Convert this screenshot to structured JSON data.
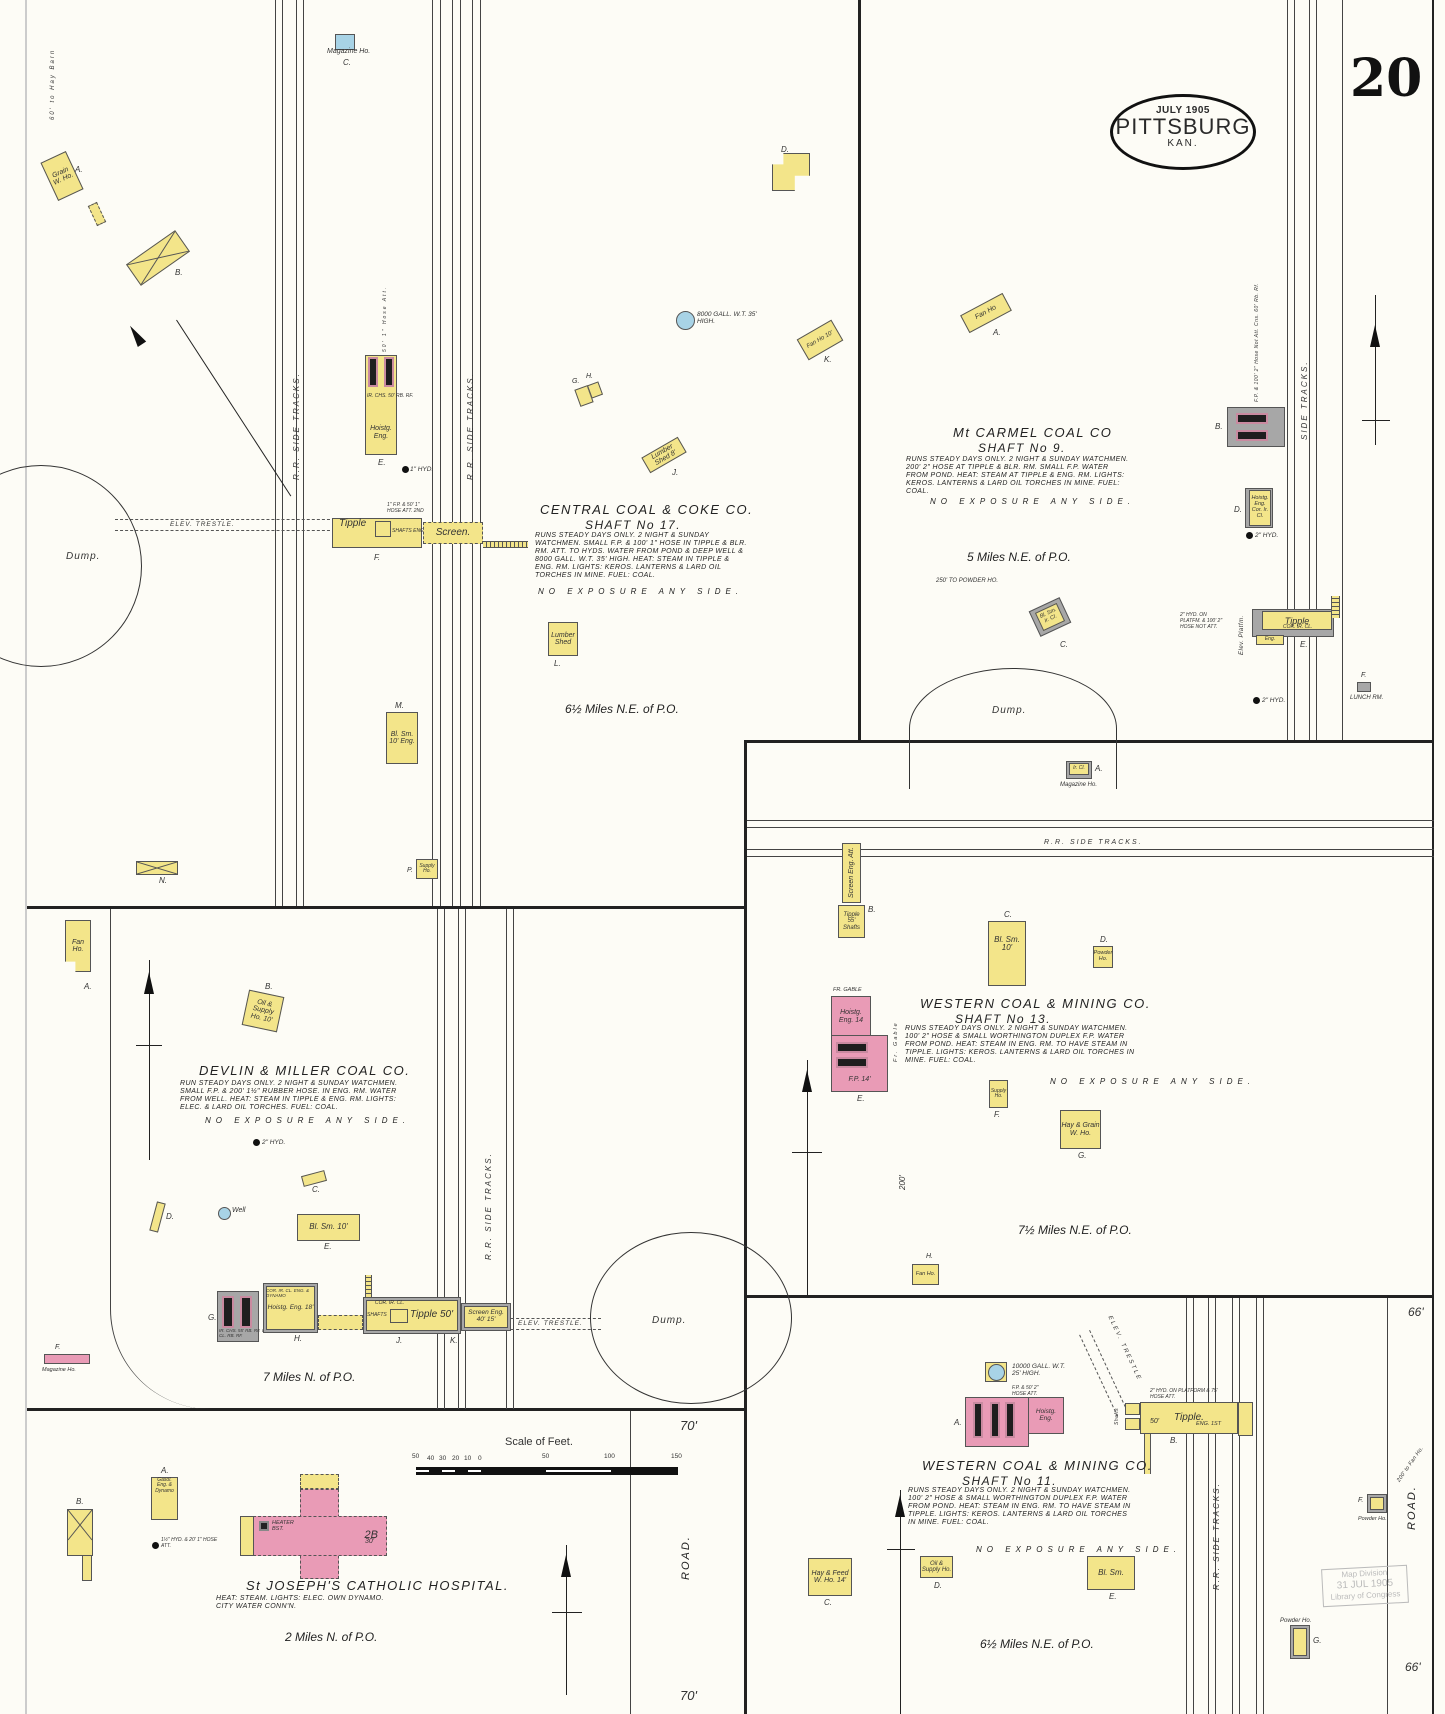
{
  "header": {
    "page_number": "20",
    "title": {
      "date": "JULY 1905",
      "city": "PITTSBURG",
      "state": "KAN."
    }
  },
  "scale": {
    "title": "Scale of Feet.",
    "ticks": [
      "50",
      "40",
      "30",
      "20",
      "10",
      "0",
      "50",
      "100",
      "150"
    ]
  },
  "panels": {
    "central_coal": {
      "company": "CENTRAL COAL & COKE CO.",
      "shaft": "SHAFT No 17.",
      "description": "Runs steady days only. 2 night & Sunday watchmen. Small F.P. & 100' 1\" hose in Tipple & Blr. Rm. Att. to hyds. Water from pond & deep well & 8000 gall. W.T. 35' high. Heat: Steam in Tipple & Eng. Rm. Lights: Keros. Lanterns & Lard oil torches in mine. Fuel: Coal.",
      "exposure": "NO EXPOSURE ANY SIDE.",
      "distance": "6½ Miles N.E. of P.O.",
      "labels": {
        "magazine": "Magazine Ho.",
        "magazine_letter": "C.",
        "grain": "Grain W. Ho.",
        "grain_letter": "A.",
        "hay_barn": "60' to Hay Barn",
        "b_letter": "B.",
        "d_letter": "D.",
        "tank": "8000 GALL. W.T. 35' HIGH.",
        "fan_ho": "Fan Ho 10'",
        "fan_letter": "K.",
        "g_letter": "G.",
        "h_letter": "H.",
        "lumber_shed_1": "Lumber Shed 8'",
        "lumber_letter_1": "J.",
        "lumber_shed_2": "Lumber Shed",
        "lumber_letter_2": "L.",
        "hoist_eng": "Hoistg. Eng.",
        "hoist_letter": "E.",
        "boiler_note": "Ir. Chs. 50' Rb. Rf.",
        "hose_note": "50' 1\" Hose Att.",
        "hyd": "1\" Hyd.",
        "tipple": "Tipple",
        "shafts": "Shafts Eng. 12'",
        "screen": "Screen.",
        "tipple_letter": "F.",
        "tipple_note": "1\" F.P. & 50' 1\" Hose Att. 2nd",
        "elev_trestle": "ELEV. TRESTLE.",
        "dump": "Dump.",
        "rr_side_tracks_1": "R.R. SIDE TRACKS.",
        "rr_side_tracks_2": "R.R. SIDE TRACKS.",
        "bl_sm": "Bl. Sm. 10' Eng.",
        "bl_sm_letter": "M.",
        "supply": "Supply Ho.",
        "supply_letter": "P.",
        "n_letter": "N."
      }
    },
    "mt_carmel": {
      "company": "Mt CARMEL COAL CO",
      "shaft": "SHAFT No 9.",
      "description": "Runs steady days only. 2 night & Sunday watchmen. 200' 2\" hose at Tipple & Blr. Rm. Small F.P. water from pond. Heat: Steam at Tipple & Eng. Rm. Lights: Keros. Lanterns & Lard oil torches in mine. Fuel: Coal.",
      "exposure": "NO EXPOSURE ANY SIDE.",
      "distance": "5 Miles N.E. of P.O.",
      "labels": {
        "fan_ho": "Fan Ho",
        "fan_letter": "A.",
        "boiler_letter": "B.",
        "boiler_note": "F.P. & 100' 2\" Hose Not Att. Cns. 60' Rb. Rf.",
        "hoist": "Hoistg. Eng. Cor. Ir. Cl.",
        "hoist_letter": "D.",
        "hyd": "2\" Hyd.",
        "side_tracks": "SIDE TRACKS.",
        "powder": "250' to Powder Ho.",
        "bl_sm": "Bl. Sm. Ir. Cl.",
        "bl_sm_letter": "C.",
        "tipple": "Tipple",
        "tipple_sub": "Cor. Ir. Cl.",
        "tipple_eng": "Eng.",
        "tipple_letter": "E.",
        "tipple_note": "2\" Hyd. on Platfm. & 100' 2\" Hose Not Att.",
        "elev_platfm": "Elev. Platfm.",
        "dump": "Dump.",
        "lunch": "Lunch Rm.",
        "lunch_letter": "F.",
        "hyd2": "2\" Hyd."
      }
    },
    "magazine_strip": {
      "magazine": "Magazine Ho.",
      "letter": "A.",
      "sub": "Ir. Cl.",
      "rr": "R.R. SIDE TRACKS."
    },
    "devlin_miller": {
      "company": "DEVLIN & MILLER COAL CO.",
      "description": "Run steady days only. 2 night & Sunday watchmen. Small F.P. & 200' 1½\" rubber hose. In Eng. Rm. water from well. Heat: Steam in Tipple & Eng. Rm. Lights: Elec. & Lard oil torches. Fuel: Coal.",
      "exposure": "NO EXPOSURE ANY SIDE.",
      "distance": "7 Miles N. of P.O.",
      "labels": {
        "fan_ho": "Fan Ho.",
        "fan_letter": "A.",
        "oil_supply": "Oil & Supply Ho. 10'",
        "oil_letter": "B.",
        "hyd": "2\" Hyd.",
        "c_letter": "C.",
        "d_letter": "D.",
        "well": "Well",
        "bl_sm": "Bl. Sm. 10'",
        "bl_sm_letter": "E.",
        "boiler_note": "Ir. Chs. 55' Rb. Rf. Cor. Ir. Cl. Rb. Rf.",
        "boiler_letter": "G.",
        "hoist_top": "Cor. Ir. Cl. Eng. & Dynamo",
        "hoist": "Hoistg. Eng. 18'",
        "hoist_letter": "H.",
        "tipple_cor": "Cor. Ir. Cl.",
        "shafts": "Shafts",
        "tipple": "Tipple 50'",
        "tipple_letter": "J.",
        "screen": "Screen Eng. 40' 15'",
        "screen_sub": "Ir. Cl.",
        "screen_letter": "K.",
        "elev_trestle": "ELEV. TRESTLE.",
        "rr_side_tracks": "R.R. SIDE TRACKS.",
        "dump": "Dump.",
        "magazine": "Magazine Ho.",
        "magazine_letter": "F."
      }
    },
    "western_13": {
      "company": "WESTERN COAL & MINING CO.",
      "shaft": "SHAFT No 13.",
      "description": "Runs steady days only. 2 night & Sunday watchmen. 100' 2\" hose & small Worthington Duplex F.P. water from pond. Heat: Steam in Eng. Rm. To have steam in Tipple. Lights: Keros. Lanterns & Lard oil torches in mine. Fuel: Coal.",
      "exposure": "NO EXPOSURE ANY SIDE.",
      "distance": "7½ Miles N.E. of P.O.",
      "labels": {
        "screen": "Screen Eng. Att.",
        "tipple": "Tipple 55' Shafts",
        "tipple_letter": "B.",
        "bl_sm": "Bl. Sm. 10'",
        "bl_sm_letter": "C.",
        "powder": "Powder Ho.",
        "powder_letter": "D.",
        "fr_gable": "Fr. Gable",
        "hoist": "Hoistg. Eng. 14",
        "fp": "F.P. 14'",
        "hoist_letter": "E.",
        "supply": "Supply Ho.",
        "supply_letter": "F.",
        "hay_grain": "Hay & Grain W. Ho.",
        "hay_letter": "G.",
        "fan_ho": "Fan Ho.",
        "fan_letter": "H.",
        "dist_200": "200'"
      }
    },
    "st_joseph": {
      "name": "St JOSEPH'S CATHOLIC HOSPITAL.",
      "description": "Heat: Steam. Lights: Elec. Own dynamo. City water conn'n.",
      "distance": "2 Miles N. of P.O.",
      "labels": {
        "gasol": "Gasol. Eng. & Dynamo",
        "gasol_letter": "A.",
        "b_letter": "B.",
        "hyd": "1½\" Hyd. & 20' 1\" Hose Att.",
        "heater": "Heater Bst.",
        "story_main": "2B",
        "height": "30'",
        "road": "ROAD.",
        "dist_70_top": "70'",
        "dist_70_bottom": "70'"
      }
    },
    "western_11": {
      "company": "WESTERN COAL & MINING CO.",
      "shaft": "SHAFT No 11.",
      "description": "Runs steady days only. 2 night & Sunday watchmen. 100' 2\" hose & small Worthington Duplex F.P. water from pond. Heat: Steam in Eng. Rm. To have steam in Tipple. Lights: Keros. Lanterns & Lard oil torches in mine. Fuel: Coal.",
      "exposure": "NO EXPOSURE ANY SIDE.",
      "distance": "6½ Miles N.E. of P.O.",
      "labels": {
        "tank": "10000 GALL. W.T. 25' HIGH.",
        "hose": "F.P. & 50' 2\" Hose Att.",
        "boiler_letter": "A.",
        "hoist": "Hoistg. Eng.",
        "tipple": "Tipple.",
        "tipple_eng": "Eng. 1st",
        "tipple_dim": "50'",
        "tipple_letter": "B.",
        "tipple_note": "2\" Hyd. on Platform & 75' Hose Att.",
        "elev_trestle": "ELEV. TRESTLE",
        "shafts": "Shafts",
        "hay_feed": "Hay & Feed W. Ho. 14'",
        "hay_letter": "C.",
        "oil_supply": "Oil & Supply Ho.",
        "oil_letter": "D.",
        "bl_sm": "Bl. Sm.",
        "bl_sm_letter": "E.",
        "powder_f": "Powder Ho.",
        "powder_f_letter": "F.",
        "powder_g": "Powder Ho.",
        "powder_g_letter": "G.",
        "rr_side_tracks": "R.R. SIDE TRACKS.",
        "road": "ROAD.",
        "fan_dist": "200' to Fan Ho.",
        "dist_66_top": "66'",
        "dist_66_bottom": "66'"
      }
    }
  },
  "stamp": {
    "line1": "Map Division",
    "line2": "31 JUL 1905",
    "line3": "Library of Congress"
  },
  "colors": {
    "frame": "#fbfaf3",
    "frame_dwelling": "#f3e58a",
    "brick": "#e99bb6",
    "iron_clad": "#a7a7a7",
    "water": "#a8d3e6",
    "ink": "#222222"
  }
}
